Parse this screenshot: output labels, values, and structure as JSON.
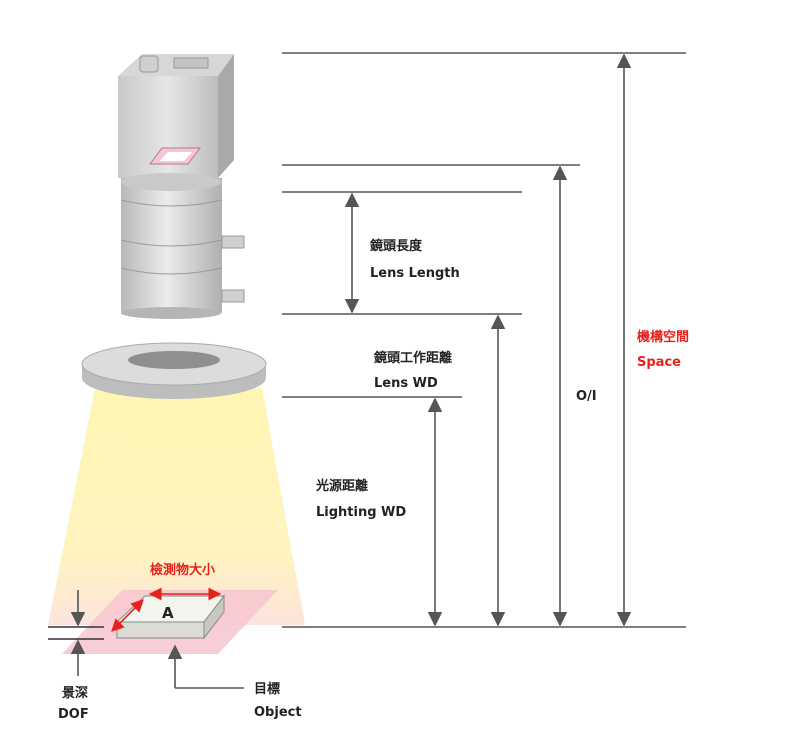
{
  "labels": {
    "lens_length_zh": "鏡頭長度",
    "lens_length_en": "Lens Length",
    "lens_wd_zh": "鏡頭工作距離",
    "lens_wd_en": "Lens WD",
    "lighting_wd_zh": "光源距離",
    "lighting_wd_en": "Lighting WD",
    "oi": "O/I",
    "space_zh": "機構空間",
    "space_en": "Space",
    "object_size_zh": "檢測物大小",
    "object_letter": "A",
    "dof_zh": "景深",
    "dof_en": "DOF",
    "object_zh": "目標",
    "object_en": "Object"
  },
  "colors": {
    "accent_red": "#e8201a",
    "line": "#555555",
    "light_beam": "#fff3a8",
    "object_zone": "#f7c6cf"
  }
}
